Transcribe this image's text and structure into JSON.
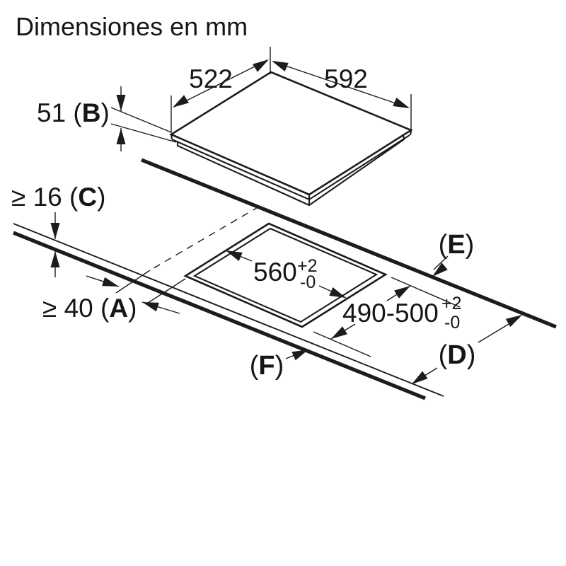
{
  "title": "Dimensiones en mm",
  "dimensions": {
    "top_width": "522",
    "top_depth": "592",
    "appliance_height": {
      "pre": "51 (",
      "letter": "B",
      "post": ")"
    },
    "worktop_thickness": {
      "pre": "≥ 16 (",
      "letter": "C",
      "post": ")"
    },
    "front_clearance": {
      "pre": "≥ 40 (",
      "letter": "A",
      "post": ")"
    },
    "cutout_width": {
      "value": "560",
      "tol_plus": "+2",
      "tol_minus": "-0"
    },
    "cutout_depth": {
      "value": "490-500",
      "tol_plus": "+2",
      "tol_minus": "-0"
    },
    "label_back_edge": {
      "pre": "(",
      "letter": "E",
      "post": ")"
    },
    "label_worktop_depth": {
      "pre": "(",
      "letter": "D",
      "post": ")"
    },
    "label_front_edge": {
      "pre": "(",
      "letter": "F",
      "post": ")"
    }
  }
}
